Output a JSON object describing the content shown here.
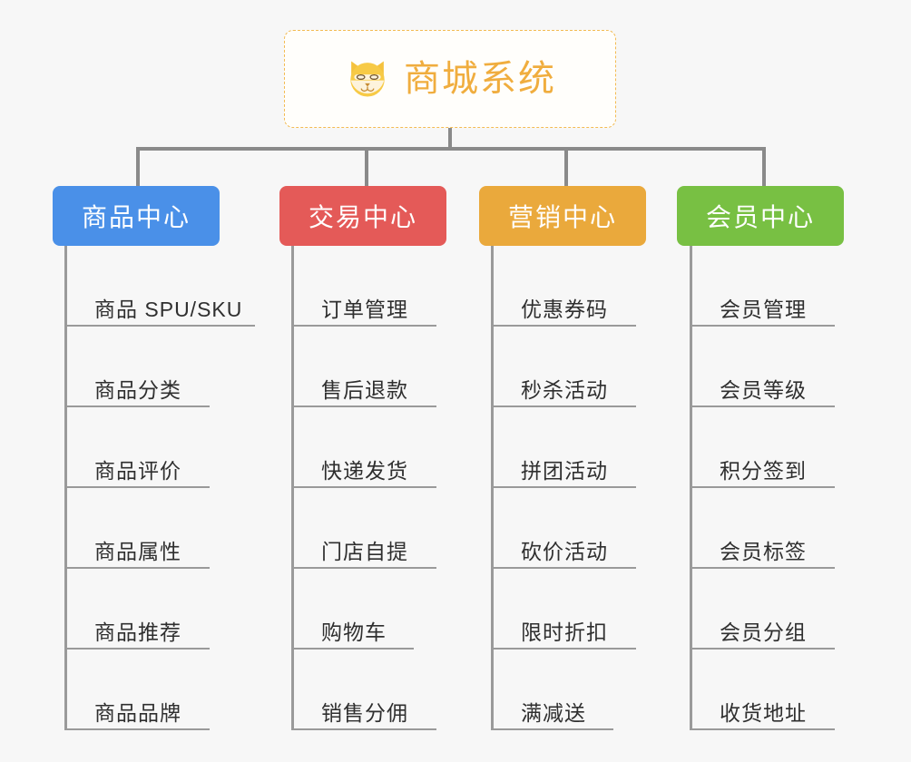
{
  "page": {
    "background_color": "#f7f7f7",
    "line_color": "#8a8a8a",
    "leaf_line_color": "#9a9a9a"
  },
  "root": {
    "title": "商城系统",
    "icon": "dog-face-icon",
    "text_color": "#f0ad3e",
    "border_color": "#f3bb52",
    "background_color": "#fffefb"
  },
  "branches": [
    {
      "label": "商品中心",
      "color": "#4a90e8",
      "items": [
        "商品 SPU/SKU",
        "商品分类",
        "商品评价",
        "商品属性",
        "商品推荐",
        "商品品牌"
      ]
    },
    {
      "label": "交易中心",
      "color": "#e45a58",
      "items": [
        "订单管理",
        "售后退款",
        "快递发货",
        "门店自提",
        "购物车",
        "销售分佣"
      ]
    },
    {
      "label": "营销中心",
      "color": "#eaa93c",
      "items": [
        "优惠券码",
        "秒杀活动",
        "拼团活动",
        "砍价活动",
        "限时折扣",
        "满减送"
      ]
    },
    {
      "label": "会员中心",
      "color": "#78c043",
      "items": [
        "会员管理",
        "会员等级",
        "积分签到",
        "会员标签",
        "会员分组",
        "收货地址"
      ]
    }
  ]
}
